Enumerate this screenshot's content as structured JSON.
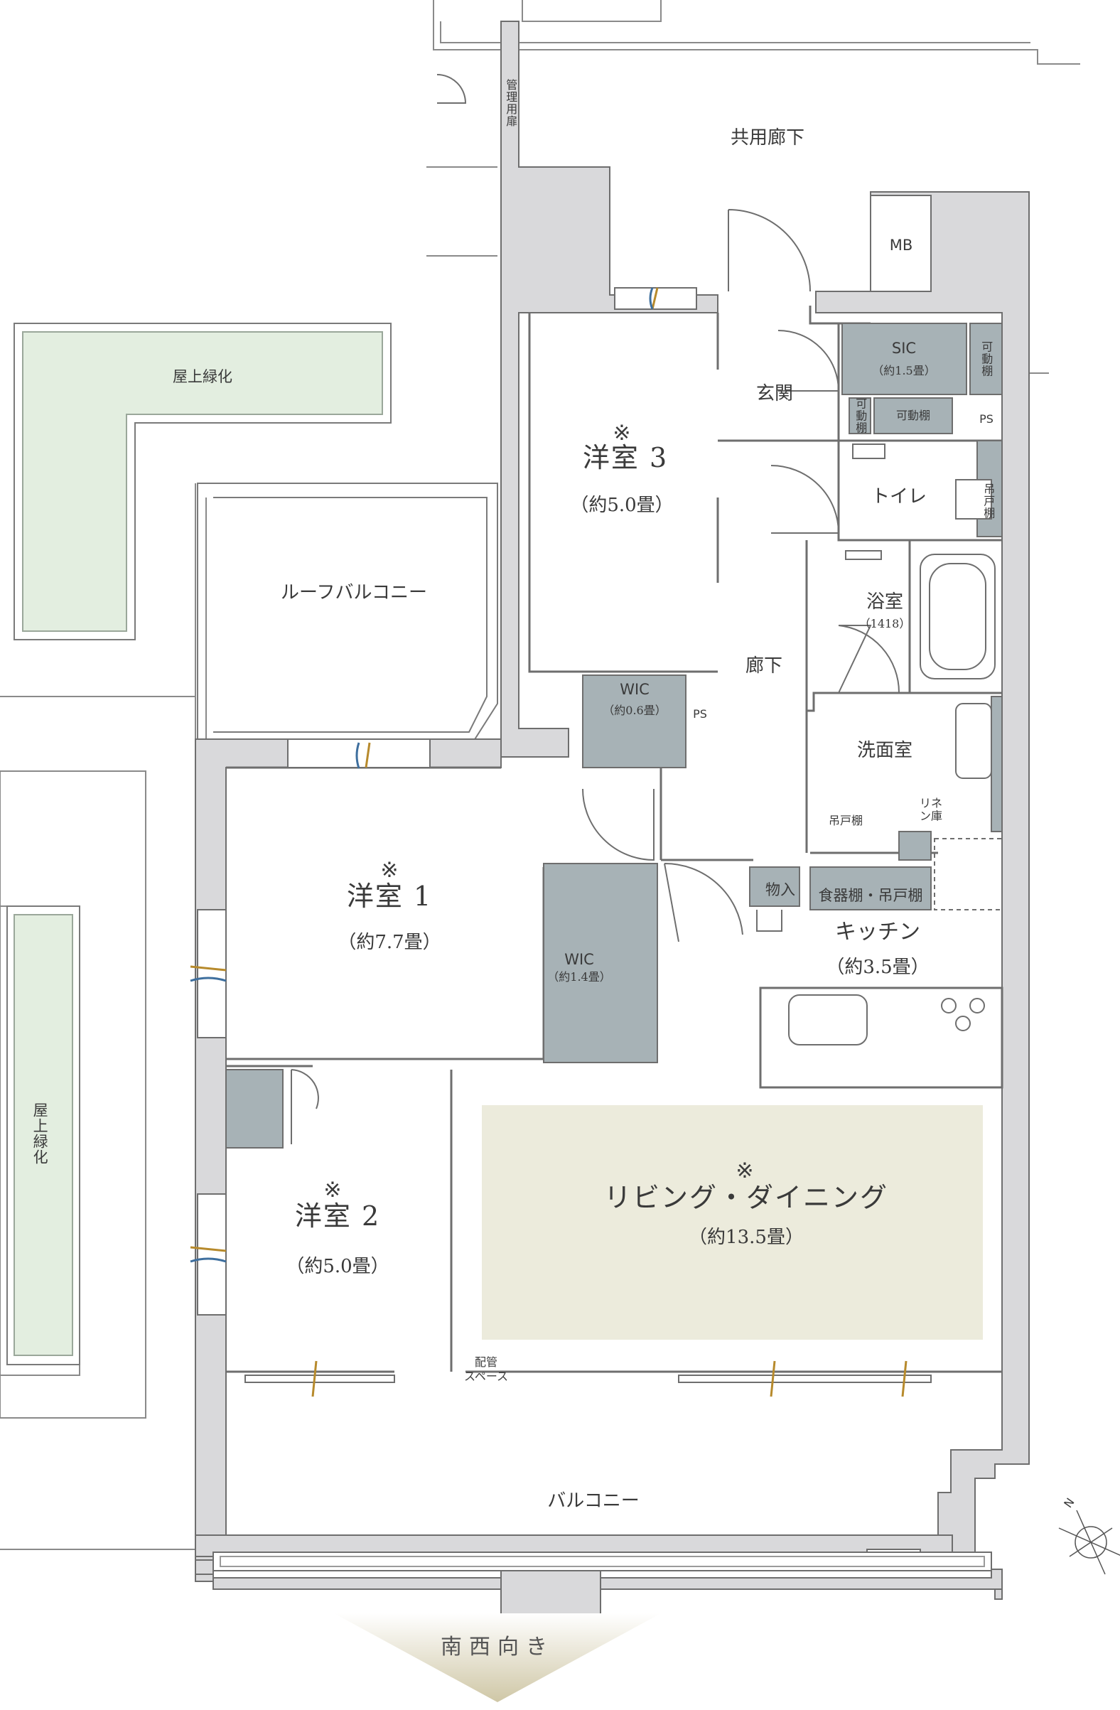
{
  "colors": {
    "wall": "#d9d9db",
    "wall_stroke": "#6e6e6e",
    "green_roof": "#e3eee0",
    "storage": "#a7b2b6",
    "living_floor": "#ecebdc",
    "arrow_gold": "#b78a2c",
    "arrow_blue": "#3e6f9e"
  },
  "labels": {
    "common_corridor": "共用廊下",
    "admin_door": "管理用扉",
    "mb": "MB",
    "rooftop_green_top": "屋上緑化",
    "rooftop_green_left": "屋上緑化",
    "roof_balcony": "ルーフバルコニー",
    "room3_mark": "※",
    "room3_name": "洋室 3",
    "room3_size": "（約5.0畳）",
    "sic": "SIC",
    "sic_size": "（約1.5畳）",
    "movable_shelf_1": "可動棚",
    "movable_shelf_2": "可動棚",
    "movable_shelf_3": "可動棚",
    "entrance": "玄関",
    "ps_1": "PS",
    "ps_2": "PS",
    "toilet": "トイレ",
    "hanging_shelf_toilet": "吊戸棚",
    "bath": "浴室",
    "bath_size": "（1418）",
    "hallway": "廊下",
    "wic_small": "WIC",
    "wic_small_size": "（約0.6畳）",
    "washroom": "洗面室",
    "hanging_shelf_wash": "吊戸棚",
    "linen": "リネン庫",
    "room1_mark": "※",
    "room1_name": "洋室 1",
    "room1_size": "（約7.7畳）",
    "wic_large": "WIC",
    "wic_large_size": "（約1.4畳）",
    "storage_closet": "物入",
    "pantry": "食器棚・吊戸棚",
    "kitchen": "キッチン",
    "kitchen_size": "（約3.5畳）",
    "room2_mark": "※",
    "room2_name": "洋室 2",
    "room2_size": "（約5.0畳）",
    "living_mark": "※",
    "living_name": "リビング・ダイニング",
    "living_size": "（約13.5畳）",
    "piping_1": "配管",
    "piping_2": "スペース",
    "balcony": "バルコニー",
    "compass_n": "N",
    "direction": "南西向き"
  }
}
